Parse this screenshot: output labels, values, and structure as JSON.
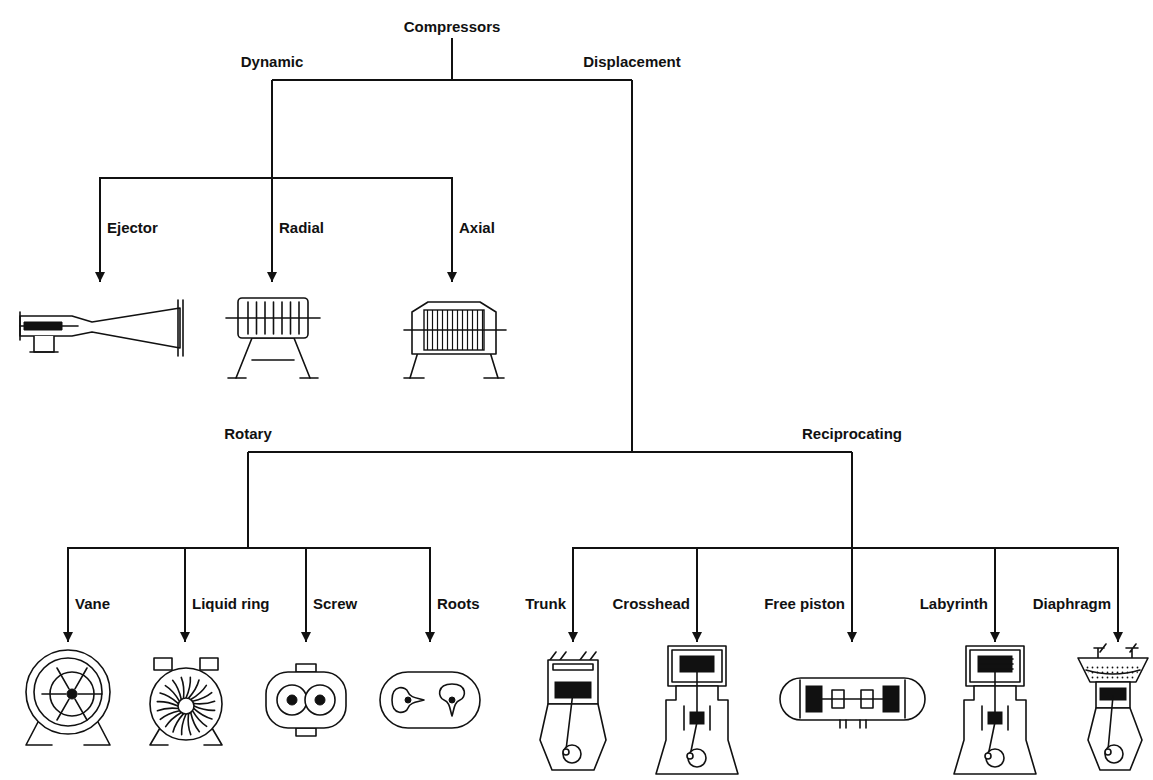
{
  "diagram": {
    "nodes": [
      {
        "text": [
          "Compressors"
        ]
      },
      {
        "text": [
          "Dynamic"
        ]
      },
      {
        "text": [
          "Displacement"
        ]
      },
      {
        "text": [
          "Ejector"
        ]
      },
      {
        "text": [
          "Radial"
        ]
      },
      {
        "text": [
          "Axial"
        ]
      },
      {
        "text": [
          "Rotary"
        ]
      },
      {
        "text": [
          "Reciprocating"
        ]
      },
      {
        "text": [
          "Vane"
        ]
      },
      {
        "text": [
          "Liquid ring"
        ]
      },
      {
        "text": [
          "Screw"
        ]
      },
      {
        "text": [
          "Roots"
        ]
      },
      {
        "text": [
          "Trunk"
        ]
      },
      {
        "text": [
          "Crosshead"
        ]
      },
      {
        "text": [
          "Free piston"
        ]
      },
      {
        "text": [
          "Labyrinth"
        ]
      },
      {
        "text": [
          "Diaphragm"
        ]
      }
    ],
    "edges": [
      {
        "from": 0,
        "to": 1,
        "arrow": "none"
      },
      {
        "from": 0,
        "to": 2,
        "arrow": "none"
      },
      {
        "from": 1,
        "to": 3,
        "arrow": "to"
      },
      {
        "from": 1,
        "to": 4,
        "arrow": "to"
      },
      {
        "from": 1,
        "to": 5,
        "arrow": "to"
      },
      {
        "from": 2,
        "to": 6,
        "arrow": "none"
      },
      {
        "from": 2,
        "to": 7,
        "arrow": "none"
      },
      {
        "from": 6,
        "to": 8,
        "arrow": "to"
      },
      {
        "from": 6,
        "to": 9,
        "arrow": "to"
      },
      {
        "from": 6,
        "to": 10,
        "arrow": "to"
      },
      {
        "from": 6,
        "to": 11,
        "arrow": "to"
      },
      {
        "from": 7,
        "to": 12,
        "arrow": "to"
      },
      {
        "from": 7,
        "to": 13,
        "arrow": "to"
      },
      {
        "from": 7,
        "to": 14,
        "arrow": "to"
      },
      {
        "from": 7,
        "to": 15,
        "arrow": "to"
      },
      {
        "from": 7,
        "to": 16,
        "arrow": "to"
      }
    ]
  }
}
